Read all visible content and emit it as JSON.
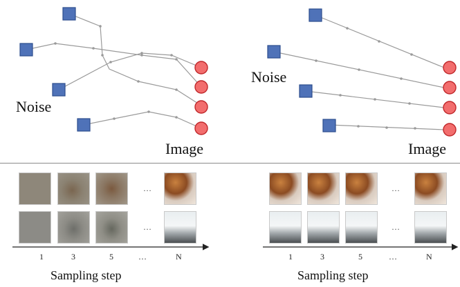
{
  "labels": {
    "noise": "Noise",
    "image": "Image",
    "sampling_step": "Sampling step",
    "ellipsis": "…"
  },
  "left_ticks": [
    "1",
    "3",
    "5",
    "…",
    "N"
  ],
  "right_ticks": [
    "1",
    "3",
    "5",
    "…",
    "N"
  ],
  "colors": {
    "noise_square_fill": "#4f72b8",
    "noise_square_stroke": "#2d4e8e",
    "image_circle_fill": "#f26d6d",
    "image_circle_stroke": "#c0282b",
    "arrow": "#9a9a9a"
  }
}
